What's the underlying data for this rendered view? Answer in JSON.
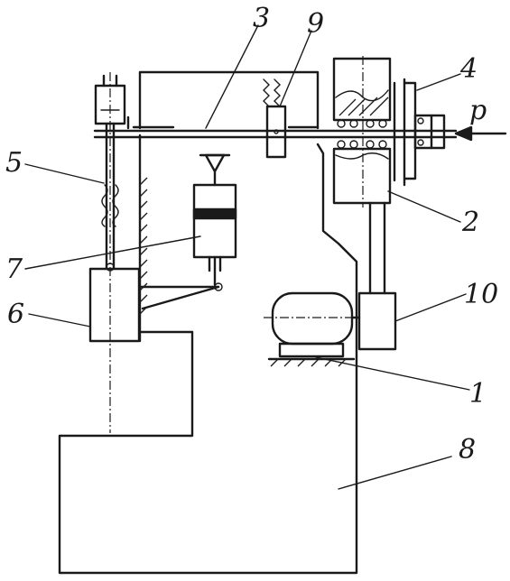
{
  "labels": {
    "motor": "1",
    "disc_lower": "2",
    "shaft": "3",
    "clutch": "4",
    "spring_rod": "5",
    "slider": "6",
    "cylinder": "7",
    "frame": "8",
    "brake": "9",
    "pulley": "10",
    "force": "p"
  },
  "colors": {
    "ink": "#1a1a1a",
    "paper": "#ffffff"
  }
}
